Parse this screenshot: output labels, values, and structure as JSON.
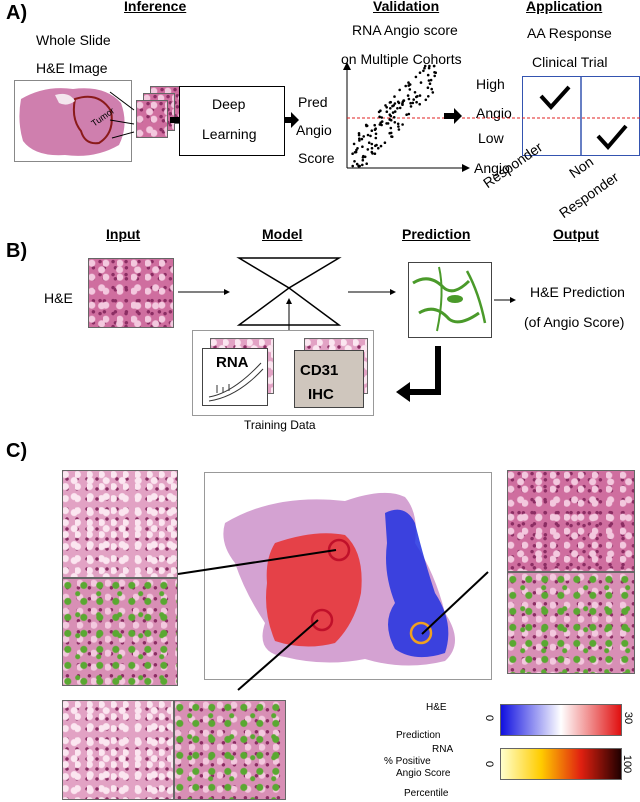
{
  "panels": {
    "a": "A)",
    "b": "B)",
    "c": "C)"
  },
  "panel_a": {
    "headers": {
      "inference": "Inference",
      "validation": "Validation",
      "application": "Application"
    },
    "whole_slide": "Whole Slide",
    "he_image": "H&E Image",
    "tumor": "Tumor",
    "deep": "Deep",
    "learning": "Learning",
    "pred": "Pred",
    "angio": "Angio",
    "score": "Score",
    "rna_angio_score": "RNA Angio score",
    "multiple_cohorts": "on Multiple Cohorts",
    "high": "High",
    "angio_mid": "Angio",
    "low": "Low",
    "angio_axis": "Angio",
    "aa_response": "AA Response",
    "clinical_trial": "Clinical Trial",
    "responder": "Responder",
    "non": "Non",
    "non_responder": "Responder",
    "check_icon": "check-icon"
  },
  "panel_b": {
    "headers": {
      "input": "Input",
      "model": "Model",
      "prediction": "Prediction",
      "output": "Output"
    },
    "he": "H&E",
    "rna": "RNA",
    "cd31": "CD31",
    "ihc": "IHC",
    "training_data": "Training Data",
    "output_line1": "H&E Prediction",
    "output_line2": "(of Angio Score)"
  },
  "panel_c": {
    "legend": {
      "he": "H&E",
      "prediction": "Prediction",
      "rna": "RNA",
      "pct_positive": "% Positive",
      "angio_score": "Angio Score",
      "percentile": "Percentile",
      "scale1_min": "0",
      "scale1_max": "30",
      "scale2_min": "0",
      "scale2_max": "100"
    },
    "colors": {
      "blue": "#1f1fe0",
      "red": "#e01f1f",
      "circle_red": "#c0102a",
      "circle_orange": "#f0a020"
    }
  }
}
